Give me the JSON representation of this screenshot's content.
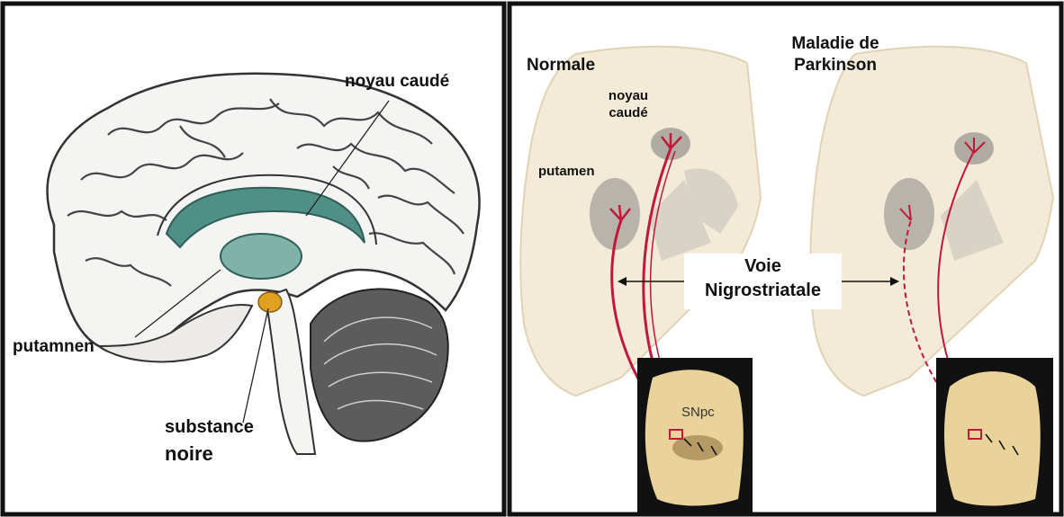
{
  "left_panel": {
    "labels": {
      "caudate": "noyau caudé",
      "putamen": "putamnen",
      "substantia_line1": "substance",
      "substantia_line2": "noire"
    }
  },
  "right_panel": {
    "normal_title": "Normale",
    "parkinson_title_line1": "Maladie de",
    "parkinson_title_line2": "Parkinson",
    "caudate_line1": "noyau",
    "caudate_line2": "caudé",
    "putamen": "putamen",
    "pathway_line1": "Voie",
    "pathway_line2": "Nigrostriatale",
    "snpc": "SNpc"
  },
  "colors": {
    "border": "#111111",
    "brain_outline": "#333333",
    "brain_fill": "#f4f4f2",
    "ventricle": "#4f8f86",
    "substantia": "#e0a020",
    "cerebellum": "#555555",
    "section_fill": "#f3ebd8",
    "nucleus_grey": "#b8b4ac",
    "pathway_red": "#c0183a",
    "photo_bg": "#111111",
    "photo_tissue": "#e9d39a"
  }
}
